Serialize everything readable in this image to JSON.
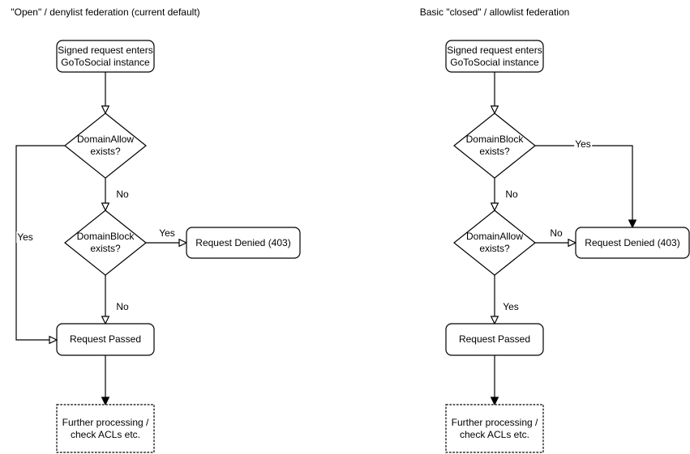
{
  "colors": {
    "background": "#ffffff",
    "stroke": "#000000",
    "text": "#000000"
  },
  "left": {
    "title": "\"Open\" / denylist federation (current default)",
    "nodes": {
      "start": "Signed request enters\nGoToSocial instance",
      "decision1": "DomainAllow\nexists?",
      "decision2": "DomainBlock\nexists?",
      "denied": "Request Denied (403)",
      "passed": "Request Passed",
      "further": "Further processing /\ncheck ACLs etc."
    },
    "labels": {
      "d1_no": "No",
      "d1_yes": "Yes",
      "d2_yes": "Yes",
      "d2_no": "No"
    }
  },
  "right": {
    "title": "Basic \"closed\" / allowlist federation",
    "nodes": {
      "start": "Signed request enters\nGoToSocial instance",
      "decision1": "DomainBlock\nexists?",
      "decision2": "DomainAllow\nexists?",
      "denied": "Request Denied (403)",
      "passed": "Request Passed",
      "further": "Further processing /\ncheck ACLs etc."
    },
    "labels": {
      "d1_yes": "Yes",
      "d1_no": "No",
      "d2_no": "No",
      "d2_yes": "Yes"
    }
  }
}
